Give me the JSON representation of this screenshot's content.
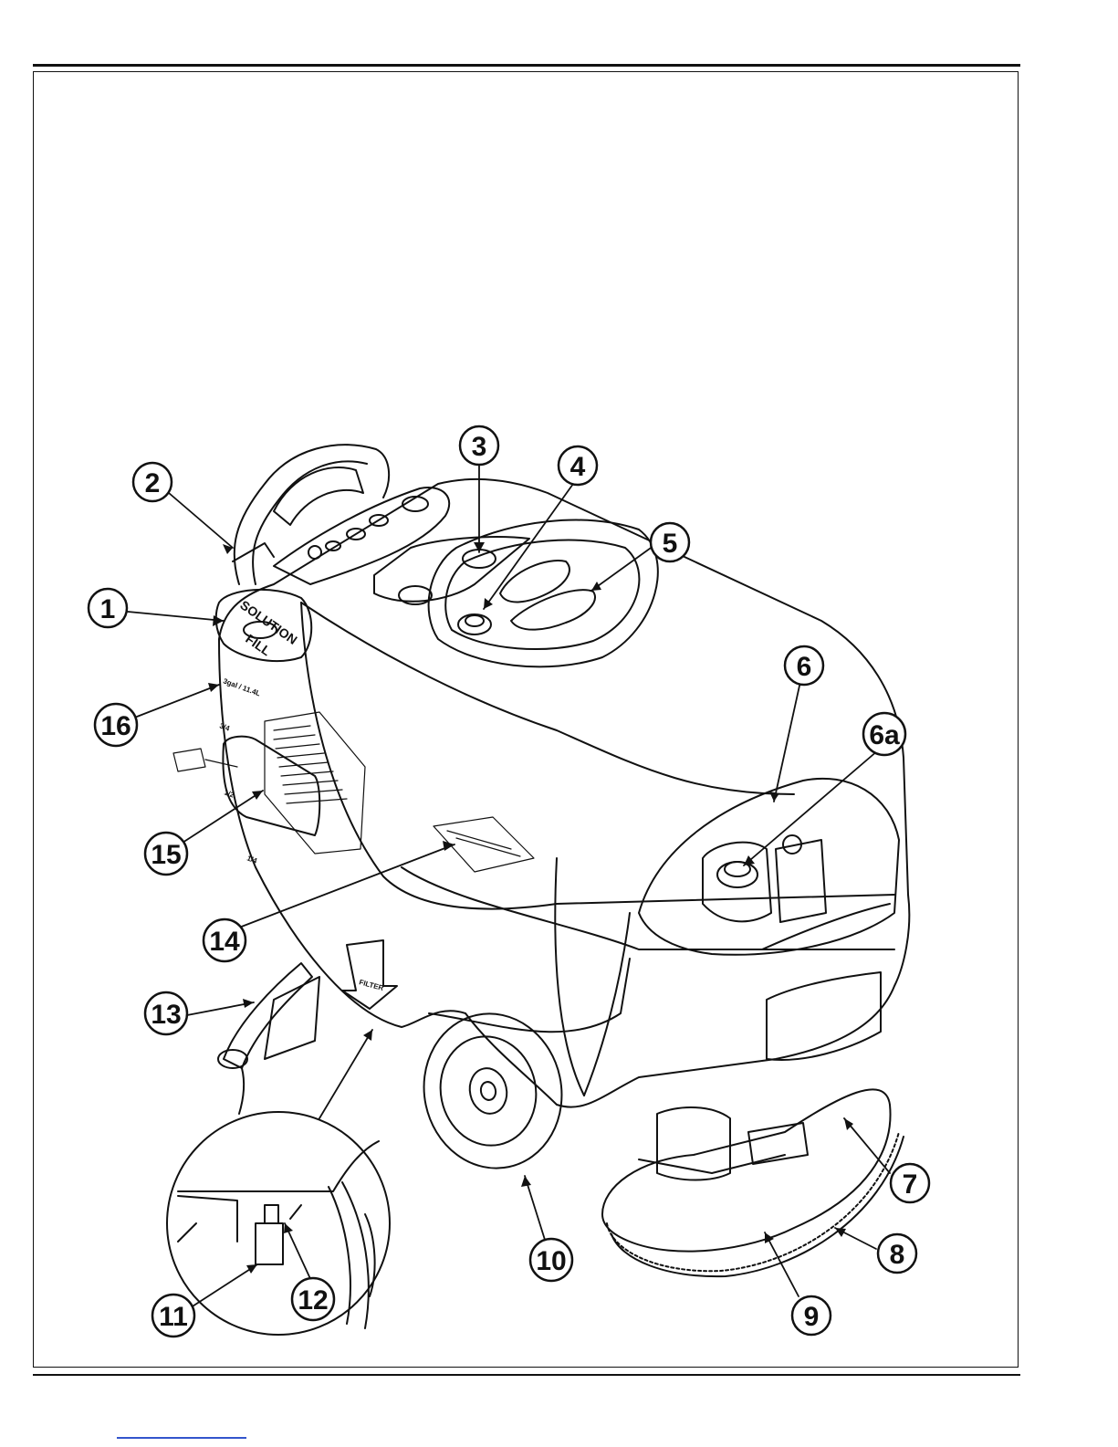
{
  "callouts": [
    {
      "id": "1",
      "label": "1"
    },
    {
      "id": "2",
      "label": "2"
    },
    {
      "id": "3",
      "label": "3"
    },
    {
      "id": "4",
      "label": "4"
    },
    {
      "id": "5",
      "label": "5"
    },
    {
      "id": "6",
      "label": "6"
    },
    {
      "id": "6a",
      "label": "6a"
    },
    {
      "id": "7",
      "label": "7"
    },
    {
      "id": "8",
      "label": "8"
    },
    {
      "id": "9",
      "label": "9"
    },
    {
      "id": "10",
      "label": "10"
    },
    {
      "id": "11",
      "label": "11"
    },
    {
      "id": "12",
      "label": "12"
    },
    {
      "id": "13",
      "label": "13"
    },
    {
      "id": "14",
      "label": "14"
    },
    {
      "id": "15",
      "label": "15"
    },
    {
      "id": "16",
      "label": "16"
    }
  ],
  "decals": {
    "solution": "SOLUTION",
    "fill": "FILL",
    "capacity": "3gal / 11.4L",
    "three_quarter": "3/4",
    "half": "1/2",
    "quarter": "1/4",
    "filter": "FILTER"
  }
}
